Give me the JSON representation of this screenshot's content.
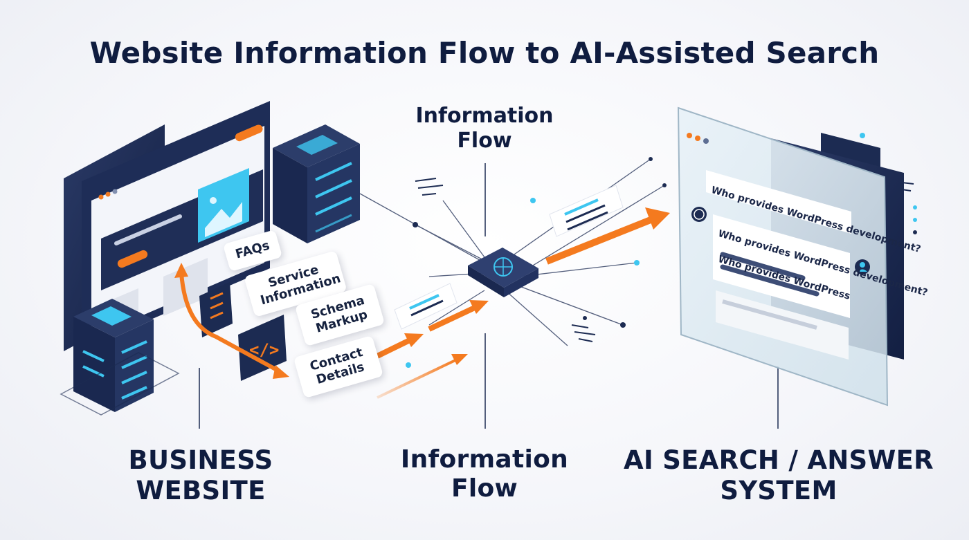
{
  "title": "Website Information Flow to AI-Assisted Search",
  "top_label": "Information Flow",
  "labels": {
    "business": "BUSINESS WEBSITE",
    "flow": "Information Flow",
    "ai": "AI SEARCH / ANSWER SYSTEM"
  },
  "tags": {
    "faqs": "FAQs",
    "service": "Service Information",
    "schema": "Schema Markup",
    "contact": "Contact Details"
  },
  "chat": {
    "question_1": "Who provides WordPress development?",
    "question_2": "Who provides WordPress development?",
    "answer_start": "Who provides WordPress"
  },
  "colors": {
    "navy": "#1c2b52",
    "orange": "#f47a1f",
    "cyan": "#3ec6f0",
    "text": "#0f1c3f"
  },
  "icons": [
    "code-icon",
    "image-icon",
    "list-icon",
    "server-icon",
    "chip-icon",
    "wordpress-icon",
    "user-avatar-icon"
  ]
}
